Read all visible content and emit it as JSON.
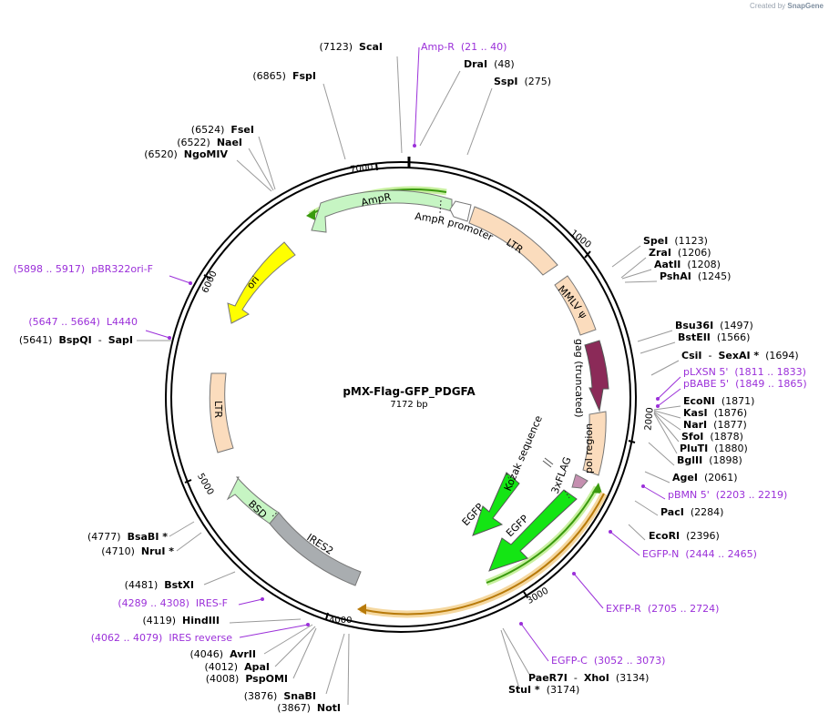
{
  "credit": {
    "prefix": "Created by",
    "brand": "SnapGene"
  },
  "title": "pMX-Flag-GFP_PDGFA",
  "subtitle": "7172 bp",
  "ticks": [
    "1000",
    "2000",
    "3000",
    "4000",
    "5000",
    "6000",
    "7000"
  ],
  "colors": {
    "ampr": "#c6f5c3",
    "amp_promoter": "#ffffff",
    "ltr": "#fbdcbd",
    "gag": "#8b2a58",
    "pol": "#fbdcbd",
    "flag": "#c58fb0",
    "egfp": "#14e514",
    "ori": "#ffff00",
    "ires2": "#a9adb0",
    "bsd": "#c6f5c3",
    "primer": "#9b30d9",
    "orf_green": "#3a9a0e",
    "orf_orange": "#d99a1c"
  },
  "features": [
    {
      "label": "AmpR"
    },
    {
      "label": "AmpR promoter"
    },
    {
      "label": "LTR"
    },
    {
      "label": "MMLV ψ"
    },
    {
      "label": "gag (truncated)"
    },
    {
      "label": "pol region"
    },
    {
      "label": "3xFLAG"
    },
    {
      "label": "Kozak sequence"
    },
    {
      "label": "EGFP"
    },
    {
      "label": "EGFP"
    },
    {
      "label": "IRES2"
    },
    {
      "label": "BSD"
    },
    {
      "label": "LTR"
    },
    {
      "label": "ori"
    }
  ],
  "sites": [
    {
      "text": [
        [
          "(7123)",
          "n"
        ],
        [
          "ScaI",
          "b"
        ]
      ]
    },
    {
      "text": [
        [
          "Amp-R",
          "p"
        ],
        [
          "(21 .. 40)",
          "p"
        ]
      ]
    },
    {
      "text": [
        [
          "DraI",
          "b"
        ],
        [
          "(48)",
          "n"
        ]
      ]
    },
    {
      "text": [
        [
          "SspI",
          "b"
        ],
        [
          "(275)",
          "n"
        ]
      ]
    },
    {
      "text": [
        [
          "(6865)",
          "n"
        ],
        [
          "FspI",
          "b"
        ]
      ]
    },
    {
      "text": [
        [
          "(6524)",
          "n"
        ],
        [
          "FseI",
          "b"
        ]
      ]
    },
    {
      "text": [
        [
          "(6522)",
          "n"
        ],
        [
          "NaeI",
          "b"
        ]
      ]
    },
    {
      "text": [
        [
          "(6520)",
          "n"
        ],
        [
          "NgoMIV",
          "b"
        ]
      ]
    },
    {
      "text": [
        [
          "SpeI",
          "b"
        ],
        [
          "(1123)",
          "n"
        ]
      ]
    },
    {
      "text": [
        [
          "ZraI",
          "b"
        ],
        [
          "(1206)",
          "n"
        ]
      ]
    },
    {
      "text": [
        [
          "AatII",
          "b"
        ],
        [
          "(1208)",
          "n"
        ]
      ]
    },
    {
      "text": [
        [
          "PshAI",
          "b"
        ],
        [
          "(1245)",
          "n"
        ]
      ]
    },
    {
      "text": [
        [
          "(5898 .. 5917)",
          "p"
        ],
        [
          "pBR322ori-F",
          "p"
        ]
      ]
    },
    {
      "text": [
        [
          "Bsu36I",
          "b"
        ],
        [
          "(1497)",
          "n"
        ]
      ]
    },
    {
      "text": [
        [
          "BstEII",
          "b"
        ],
        [
          "(1566)",
          "n"
        ]
      ]
    },
    {
      "text": [
        [
          "(5647 .. 5664)",
          "p"
        ],
        [
          "L4440",
          "p"
        ]
      ]
    },
    {
      "text": [
        [
          "(5641)",
          "n"
        ],
        [
          "BspQI",
          "b"
        ],
        [
          "-",
          "n"
        ],
        [
          "SapI",
          "b"
        ]
      ]
    },
    {
      "text": [
        [
          "CsiI",
          "b"
        ],
        [
          "-",
          "n"
        ],
        [
          "SexAI *",
          "b"
        ],
        [
          "(1694)",
          "n"
        ]
      ]
    },
    {
      "text": [
        [
          "pLXSN 5'",
          "p"
        ],
        [
          "(1811 .. 1833)",
          "p"
        ]
      ]
    },
    {
      "text": [
        [
          "pBABE 5'",
          "p"
        ],
        [
          "(1849 .. 1865)",
          "p"
        ]
      ]
    },
    {
      "text": [
        [
          "EcoNI",
          "b"
        ],
        [
          "(1871)",
          "n"
        ]
      ]
    },
    {
      "text": [
        [
          "KasI",
          "b"
        ],
        [
          "(1876)",
          "n"
        ]
      ]
    },
    {
      "text": [
        [
          "NarI",
          "b"
        ],
        [
          "(1877)",
          "n"
        ]
      ]
    },
    {
      "text": [
        [
          "SfoI",
          "b"
        ],
        [
          "(1878)",
          "n"
        ]
      ]
    },
    {
      "text": [
        [
          "PluTI",
          "b"
        ],
        [
          "(1880)",
          "n"
        ]
      ]
    },
    {
      "text": [
        [
          "BglII",
          "b"
        ],
        [
          "(1898)",
          "n"
        ]
      ]
    },
    {
      "text": [
        [
          "AgeI",
          "b"
        ],
        [
          "(2061)",
          "n"
        ]
      ]
    },
    {
      "text": [
        [
          "pBMN 5'",
          "p"
        ],
        [
          "(2203 .. 2219)",
          "p"
        ]
      ]
    },
    {
      "text": [
        [
          "PacI",
          "b"
        ],
        [
          "(2284)",
          "n"
        ]
      ]
    },
    {
      "text": [
        [
          "EcoRI",
          "b"
        ],
        [
          "(2396)",
          "n"
        ]
      ]
    },
    {
      "text": [
        [
          "EGFP-N",
          "p"
        ],
        [
          "(2444 .. 2465)",
          "p"
        ]
      ]
    },
    {
      "text": [
        [
          "EXFP-R",
          "p"
        ],
        [
          "(2705 .. 2724)",
          "p"
        ]
      ]
    },
    {
      "text": [
        [
          "EGFP-C",
          "p"
        ],
        [
          "(3052 .. 3073)",
          "p"
        ]
      ]
    },
    {
      "text": [
        [
          "PaeR7I",
          "b"
        ],
        [
          "-",
          "n"
        ],
        [
          "XhoI",
          "b"
        ],
        [
          "(3134)",
          "n"
        ]
      ]
    },
    {
      "text": [
        [
          "StuI *",
          "b"
        ],
        [
          "(3174)",
          "n"
        ]
      ]
    },
    {
      "text": [
        [
          "(4777)",
          "n"
        ],
        [
          "BsaBI *",
          "b"
        ]
      ]
    },
    {
      "text": [
        [
          "(4710)",
          "n"
        ],
        [
          "NruI *",
          "b"
        ]
      ]
    },
    {
      "text": [
        [
          "(4481)",
          "n"
        ],
        [
          "BstXI",
          "b"
        ]
      ]
    },
    {
      "text": [
        [
          "(4289 .. 4308)",
          "p"
        ],
        [
          "IRES-F",
          "p"
        ]
      ]
    },
    {
      "text": [
        [
          "(4119)",
          "n"
        ],
        [
          "HindIII",
          "b"
        ]
      ]
    },
    {
      "text": [
        [
          "(4062 .. 4079)",
          "p"
        ],
        [
          "IRES reverse",
          "p"
        ]
      ]
    },
    {
      "text": [
        [
          "(4046)",
          "n"
        ],
        [
          "AvrII",
          "b"
        ]
      ]
    },
    {
      "text": [
        [
          "(4012)",
          "n"
        ],
        [
          "ApaI",
          "b"
        ]
      ]
    },
    {
      "text": [
        [
          "(4008)",
          "n"
        ],
        [
          "PspOMI",
          "b"
        ]
      ]
    },
    {
      "text": [
        [
          "(3876)",
          "n"
        ],
        [
          "SnaBI",
          "b"
        ]
      ]
    },
    {
      "text": [
        [
          "(3867)",
          "n"
        ],
        [
          "NotI",
          "b"
        ]
      ]
    }
  ]
}
